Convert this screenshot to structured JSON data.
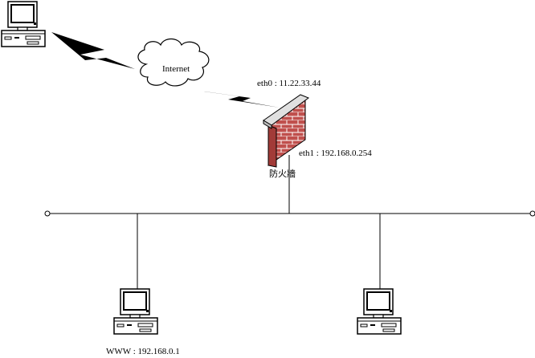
{
  "diagram": {
    "cloud_label": "Internet",
    "eth0_label": "eth0 : 11.22.33.44",
    "eth1_label": "eth1 : 192.168.0.254",
    "firewall_label": "防火牆",
    "www_label": "WWW : 192.168.0.1"
  },
  "icons": {
    "remote_host": "desktop-computer-icon",
    "cloud": "internet-cloud-icon",
    "wan_link": "lightning-link-icon",
    "firewall": "brick-firewall-icon",
    "www_server": "desktop-computer-icon",
    "lan_client": "desktop-computer-icon"
  },
  "colors": {
    "brick": "#c0504d",
    "mortar": "#ffffff",
    "wall_top": "#e0e0e0",
    "line": "#000000"
  }
}
